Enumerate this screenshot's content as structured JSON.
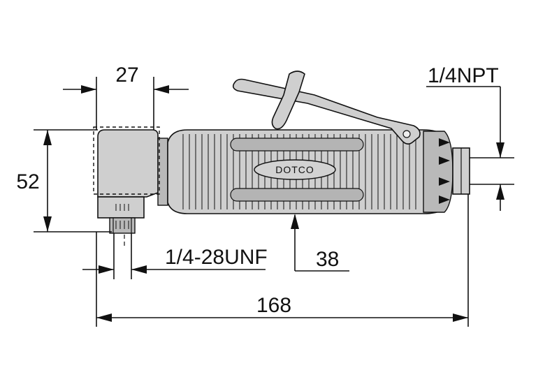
{
  "drawing": {
    "logo": "DOTCO",
    "dimensions": {
      "head_width": "27",
      "head_height": "52",
      "spindle_thread": "1/4-28UNF",
      "grip_diameter": "38",
      "overall_length": "168",
      "air_inlet": "1/4NPT"
    }
  }
}
